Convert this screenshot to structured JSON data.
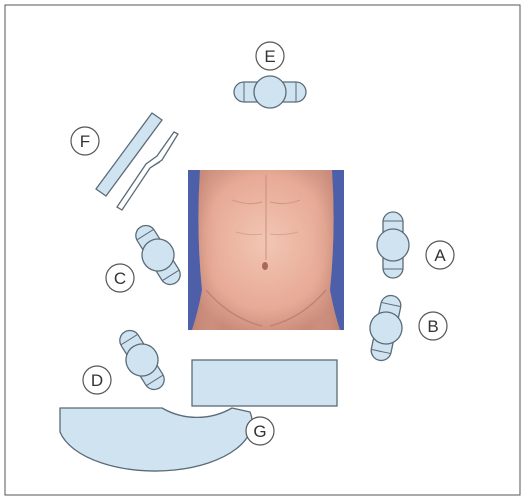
{
  "diagram": {
    "colors": {
      "device_fill": "#cfe3f1",
      "device_stroke": "#5b6b78",
      "label_circle_fill": "#ffffff",
      "label_stroke": "#555555",
      "frame": "#555555",
      "torso_background": "#4d5fa8",
      "skin": "#e9b3a0"
    },
    "labels": {
      "a": "A",
      "b": "B",
      "c": "C",
      "d": "D",
      "e": "E",
      "f": "F",
      "g": "G"
    }
  }
}
